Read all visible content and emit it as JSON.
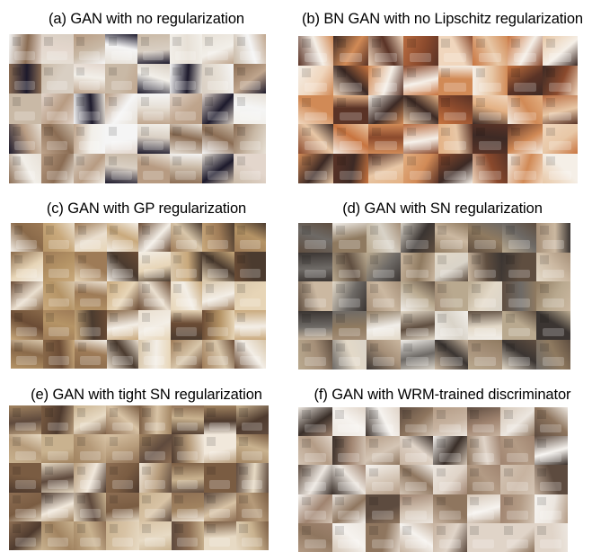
{
  "panels": [
    {
      "id": "a",
      "title": "(a) GAN with no regularization",
      "palette": [
        "#f2efe9",
        "#e7e0d6",
        "#d9cfc3",
        "#c9b9a6",
        "#b79b82",
        "#8b6d54",
        "#1d1a2c",
        "#f5f5f5",
        "#e3d6cc",
        "#bfa58d"
      ]
    },
    {
      "id": "b",
      "title": "(b) BN GAN with no Lipschitz regularization",
      "palette": [
        "#d18a56",
        "#c8743f",
        "#e3b083",
        "#f0d6bd",
        "#8b4a2d",
        "#5a3326",
        "#f5efe7",
        "#b86c41",
        "#e8c7a6",
        "#3d2a25"
      ]
    },
    {
      "id": "c",
      "title": "(c) GAN with GP regularization",
      "palette": [
        "#e7d5b7",
        "#c9a97c",
        "#9e7b57",
        "#6b4c35",
        "#f3eee6",
        "#d8c6aa",
        "#b59466",
        "#8a6a4a",
        "#eadfcf",
        "#4b3b2f"
      ]
    },
    {
      "id": "d",
      "title": "(d) GAN with SN regularization",
      "palette": [
        "#d9d3c8",
        "#b9a98f",
        "#8f7a60",
        "#5f4e40",
        "#f1eee9",
        "#cbb8a1",
        "#a58f78",
        "#e3d9c8",
        "#6e6a66",
        "#3b3532"
      ]
    },
    {
      "id": "e",
      "title": "(e) GAN with tight SN regularization",
      "palette": [
        "#c9b28f",
        "#a18360",
        "#7a5c42",
        "#e7dac4",
        "#4e3a2e",
        "#b69b7a",
        "#d8c3a5",
        "#8d6e53",
        "#f1e8db",
        "#5f4a3d"
      ]
    },
    {
      "id": "f",
      "title": "(f) GAN with WRM-trained discriminator",
      "palette": [
        "#ece6df",
        "#d4c5b5",
        "#b39b85",
        "#8f765f",
        "#5d4b3f",
        "#f6f3ef",
        "#c7b3a0",
        "#a08470",
        "#e0d4c8",
        "#3a2f29"
      ]
    }
  ]
}
